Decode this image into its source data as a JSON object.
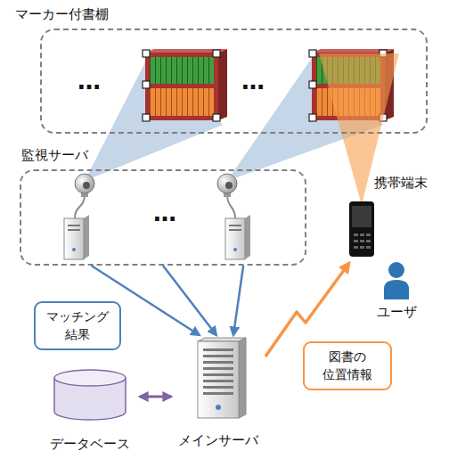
{
  "diagram": {
    "nodes": [
      {
        "text": [
          "マーカー付書棚"
        ]
      },
      {
        "text": [
          "監視サーバ"
        ]
      },
      {
        "text": [
          "携帯端末"
        ]
      },
      {
        "text": [
          "マッチング 結果"
        ]
      },
      {
        "text": [
          "図書の 位置情報"
        ]
      },
      {
        "text": [
          "データベース"
        ]
      },
      {
        "text": [
          "メインサーバ"
        ]
      },
      {
        "text": [
          "ユーザ"
        ]
      }
    ],
    "edges": [
      {
        "from": 1,
        "to": 6,
        "arrow": "to"
      },
      {
        "from": 1,
        "to": 6,
        "arrow": "to"
      },
      {
        "from": 1,
        "to": 6,
        "arrow": "to"
      },
      {
        "from": 5,
        "to": 6,
        "arrow": "both"
      },
      {
        "from": 6,
        "to": 2,
        "arrow": "to"
      }
    ],
    "labels": [
      "…",
      "…",
      "…"
    ]
  }
}
